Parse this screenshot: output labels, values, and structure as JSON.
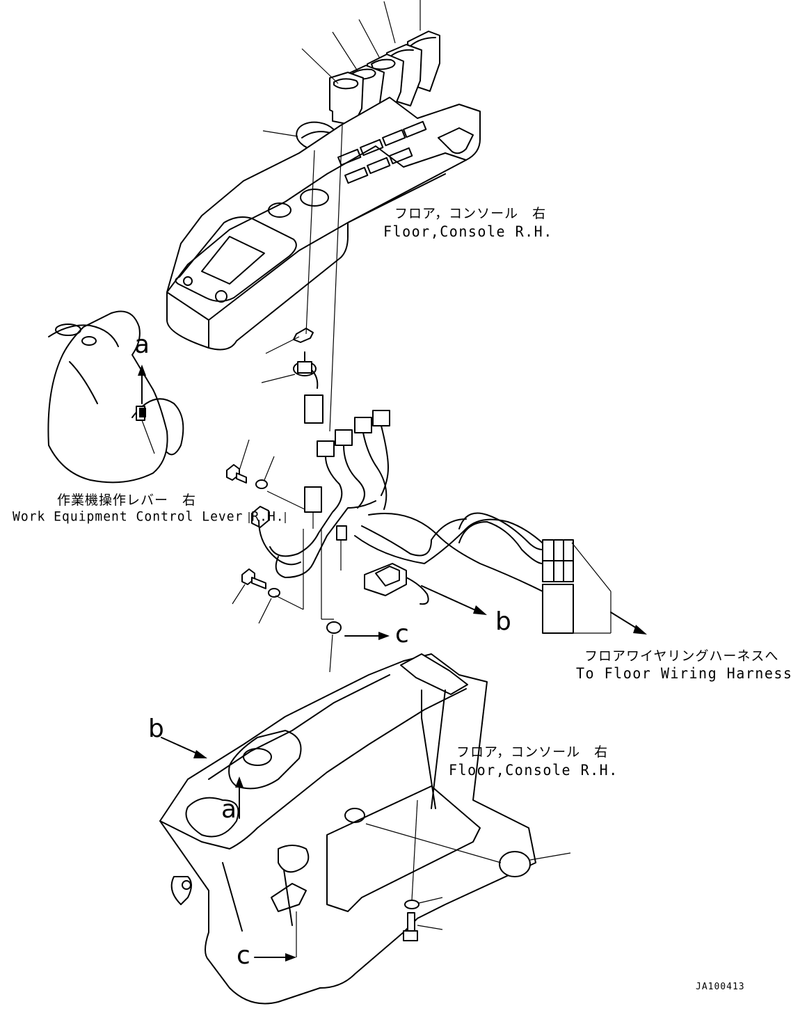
{
  "labels": {
    "console_upper_jp": "フロア，コンソール　右",
    "console_upper_en": "Floor,Console R.H.",
    "lever_jp": "作業機操作レバー　右",
    "lever_en": "Work Equipment Control Lever R.H.",
    "harness_jp": "フロアワイヤリングハーネスへ",
    "harness_en": "To Floor Wiring Harness",
    "console_lower_jp": "フロア，コンソール　右",
    "console_lower_en": "Floor,Console R.H."
  },
  "callouts": {
    "a_top": "a",
    "a_lower": "a",
    "b_right": "b",
    "b_left": "b",
    "c_right": "c",
    "c_lower": "c"
  },
  "document_id": "JA100413"
}
